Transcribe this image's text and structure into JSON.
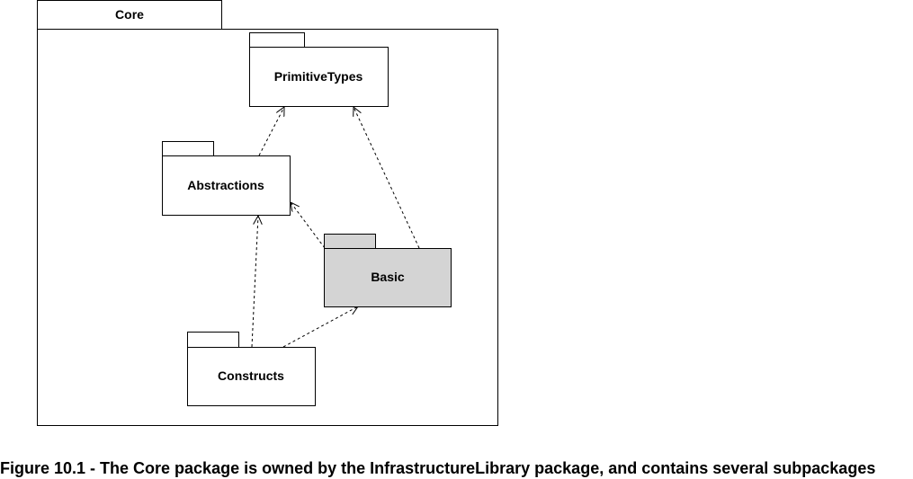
{
  "diagram": {
    "container": {
      "name": "Core"
    },
    "packages": [
      {
        "id": "primitivetypes",
        "label": "PrimitiveTypes",
        "fill": "#ffffff"
      },
      {
        "id": "abstractions",
        "label": "Abstractions",
        "fill": "#ffffff"
      },
      {
        "id": "basic",
        "label": "Basic",
        "fill": "#d4d4d4"
      },
      {
        "id": "constructs",
        "label": "Constructs",
        "fill": "#ffffff"
      }
    ],
    "dependencies": [
      {
        "from": "abstractions",
        "to": "primitivetypes"
      },
      {
        "from": "basic",
        "to": "primitivetypes"
      },
      {
        "from": "basic",
        "to": "abstractions"
      },
      {
        "from": "constructs",
        "to": "abstractions"
      },
      {
        "from": "constructs",
        "to": "basic"
      }
    ],
    "colors": {
      "line": "#000000",
      "highlight": "#d4d4d4",
      "background": "#ffffff"
    }
  },
  "caption": "Figure 10.1  - The Core package is owned by the InfrastructureLibrary package, and contains several subpackages"
}
